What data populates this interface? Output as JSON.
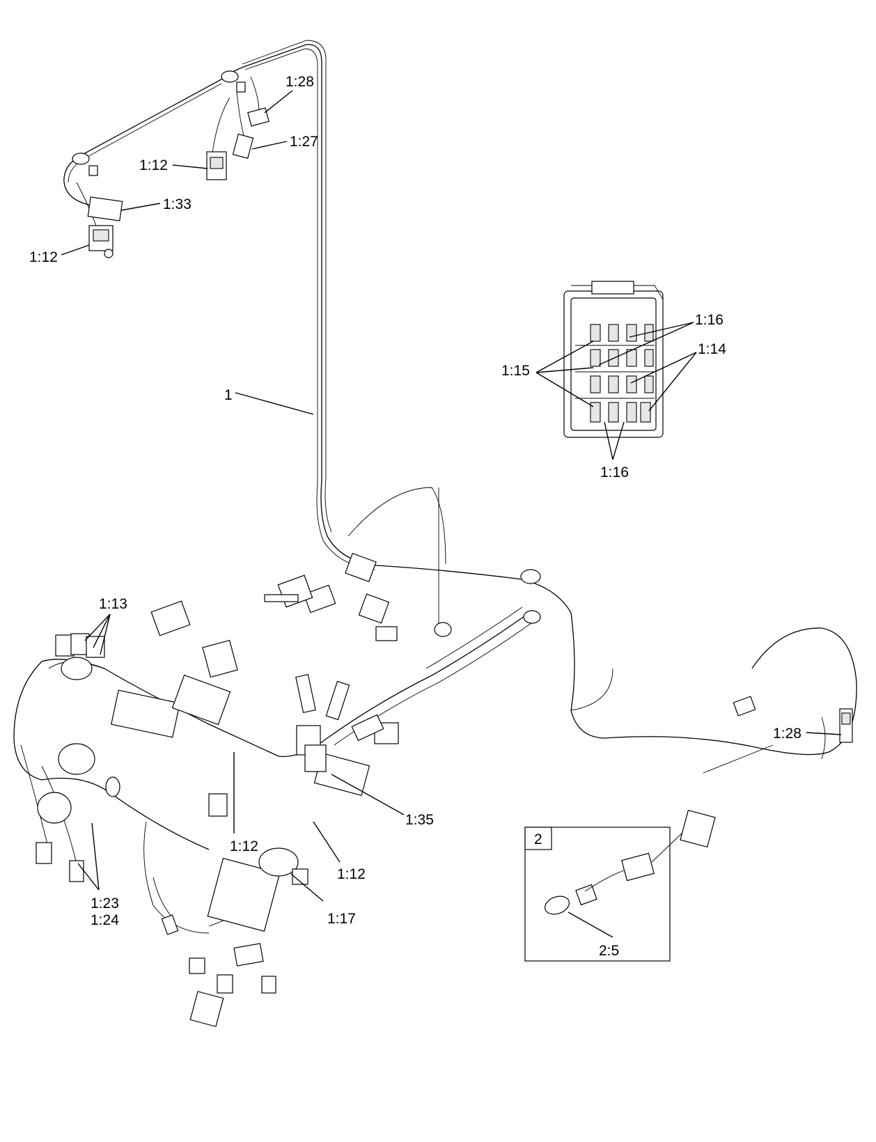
{
  "callouts": {
    "c1": "1",
    "c1_28_top": "1:28",
    "c1_27": "1:27",
    "c1_12_top": "1:12",
    "c1_33": "1:33",
    "c1_12_left": "1:12",
    "c1_16_top": "1:16",
    "c1_14": "1:14",
    "c1_15": "1:15",
    "c1_16_bottom": "1:16",
    "c1_13": "1:13",
    "c1_28_right": "1:28",
    "c1_35": "1:35",
    "c1_12_mid_left": "1:12",
    "c1_12_mid_right": "1:12",
    "c1_17": "1:17",
    "c1_23": "1:23",
    "c1_24": "1:24"
  },
  "inset": {
    "number": "2",
    "callout": "2:5"
  }
}
